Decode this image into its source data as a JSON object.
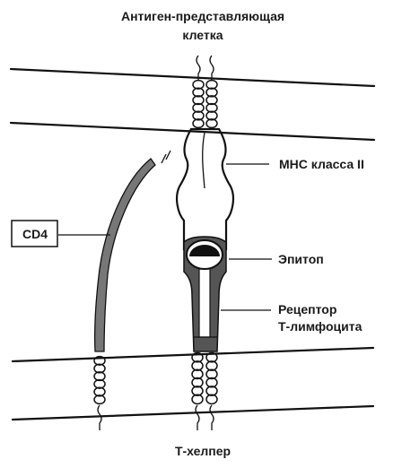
{
  "diagram": {
    "top_title_line1": "Антиген-представляющая",
    "top_title_line2": "клетка",
    "bottom_title": "Т-хелпер",
    "labels": {
      "mhc": "МНС класса II",
      "epitope": "Эпитоп",
      "receptor_line1": "Рецептор",
      "receptor_line2": "Т-лимфоцита",
      "cd4": "CD4"
    },
    "colors": {
      "ink": "#111111",
      "receptor_fill": "#555555",
      "cd4_fill": "#777777",
      "epitope_fill": "#111111"
    }
  }
}
